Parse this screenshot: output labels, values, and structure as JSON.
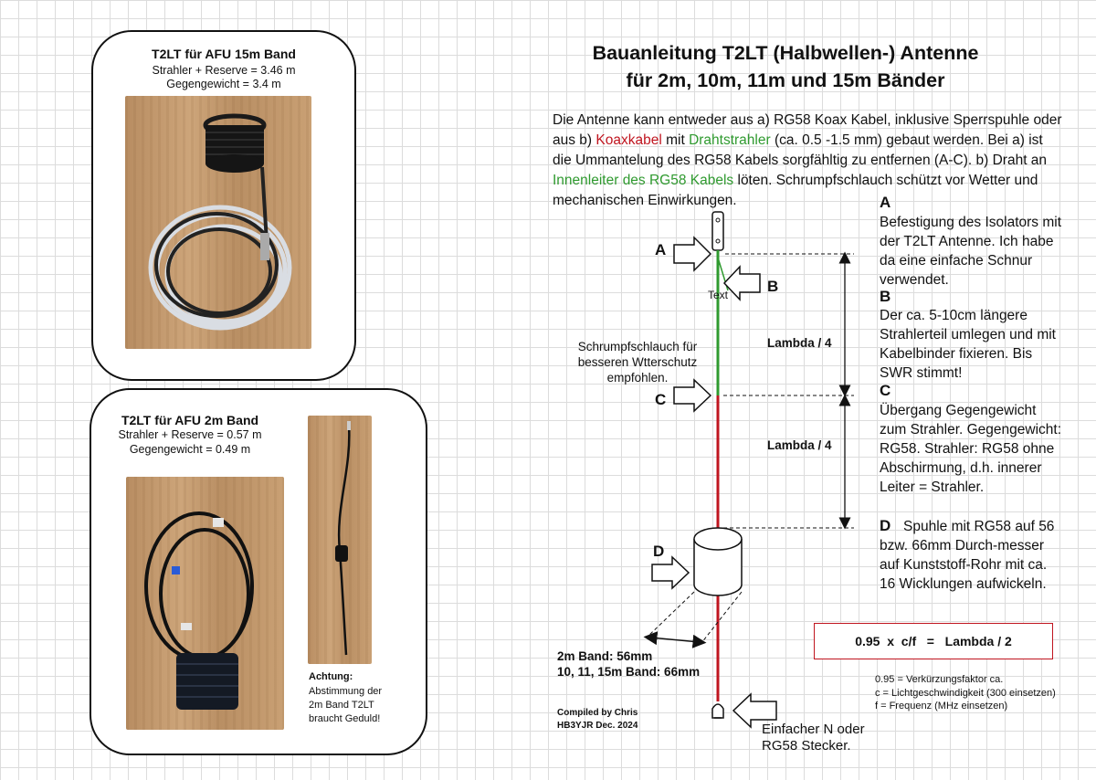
{
  "card_15m": {
    "title": "T2LT für AFU 15m Band",
    "line1": "Strahler + Reserve = 3.46 m",
    "line2": "Gegengewicht = 3.4 m"
  },
  "card_2m": {
    "title": "T2LT für AFU 2m Band",
    "line1": "Strahler + Reserve = 0.57 m",
    "line2": "Gegengewicht = 0.49 m",
    "note_title": "Achtung:",
    "note_text": "Abstimmung der 2m Band T2LT braucht Geduld!"
  },
  "title": {
    "line1": "Bauanleitung T2LT (Halbwellen-) Antenne",
    "line2": "für 2m, 10m, 11m und 15m Bänder"
  },
  "intro": {
    "p1": "Die Antenne kann entweder aus a) RG58 Koax Kabel, inklusive Sperrspuhle oder aus b) ",
    "koax": "Koaxkabel",
    "mit": " mit ",
    "draht": "Drahtstrahler",
    "p2": " (ca. 0.5 -1.5 mm) gebaut werden. Bei a) ist die Ummantelung des RG58 Kabels sorgfähltig zu entfernen (A-C). b) Draht an ",
    "innen": "Innenleiter des RG58 Kabels",
    "p3": " löten. Schrumpfschlauch schützt vor Wetter und mechanischen Einwirkungen."
  },
  "diagram": {
    "A": "A",
    "B": "B",
    "C": "C",
    "D": "D",
    "text_label": "Text",
    "lambda4_top": "Lambda / 4",
    "lambda4_bottom": "Lambda / 4",
    "shrink_note": "Schrumpfschlauch für besseren Wtterschutz empfohlen.",
    "band_2m": "2m Band: 56mm",
    "band_other": "10, 11, 15m Band: 66mm",
    "compiled_1": "Compiled by Chris",
    "compiled_2": "HB3YJR Dec. 2024",
    "connector": "Einfacher N oder RG58 Stecker."
  },
  "descriptions": {
    "A_head": "A",
    "A_text": "Befestigung des Isolators mit der T2LT Antenne. Ich habe da eine einfache Schnur verwendet.",
    "B_head": "B",
    "B_text": "Der ca. 5-10cm längere Strahlerteil umlegen und mit Kabelbinder fixieren. Bis SWR stimmt!",
    "C_head": "C",
    "C_text": "Übergang Gegengewicht zum Strahler. Gegengewicht: RG58. Strahler: RG58 ohne Abschirmung, d.h. innerer Leiter = Strahler.",
    "D_head": "D",
    "D_text": "Spuhle mit RG58 auf 56 bzw. 66mm Durch-messer auf Kunststoff-Rohr mit ca. 16 Wicklungen aufwickeln."
  },
  "formula": "0.95  x  c/f   =   Lambda / 2",
  "legend": {
    "l1": "0.95 = Verkürzungsfaktor ca.",
    "l2": "c = Lichtgeschwindigkeit (300 einsetzen)",
    "l3": "f = Frequenz (MHz einsetzen)"
  },
  "colors": {
    "radiator": "#2f9a2f",
    "counterpoise": "#c0151f"
  }
}
